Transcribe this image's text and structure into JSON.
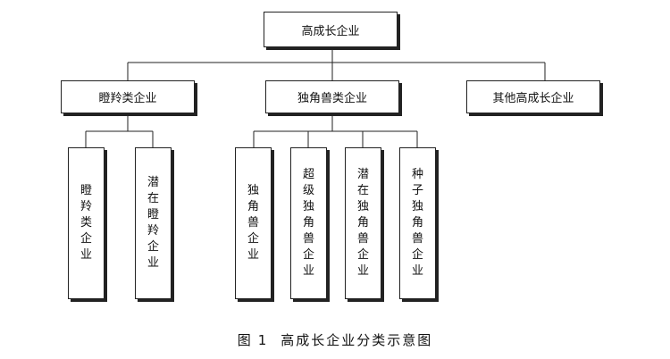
{
  "root": {
    "label": "高成长企业"
  },
  "level1": [
    {
      "id": "gazelle",
      "label": "瞪羚类企业"
    },
    {
      "id": "unicorn",
      "label": "独角兽类企业"
    },
    {
      "id": "other",
      "label": "其他高成长企业"
    }
  ],
  "gazelle_children": [
    {
      "label": "瞪羚类企业"
    },
    {
      "label": "潜在瞪羚企业"
    }
  ],
  "unicorn_children": [
    {
      "label": "独角兽企业"
    },
    {
      "label": "超级独角兽企业"
    },
    {
      "label": "潜在独角兽企业"
    },
    {
      "label": "种子独角兽企业"
    }
  ],
  "caption": {
    "prefix": "图",
    "number": "1",
    "text": "高成长企业分类示意图"
  }
}
